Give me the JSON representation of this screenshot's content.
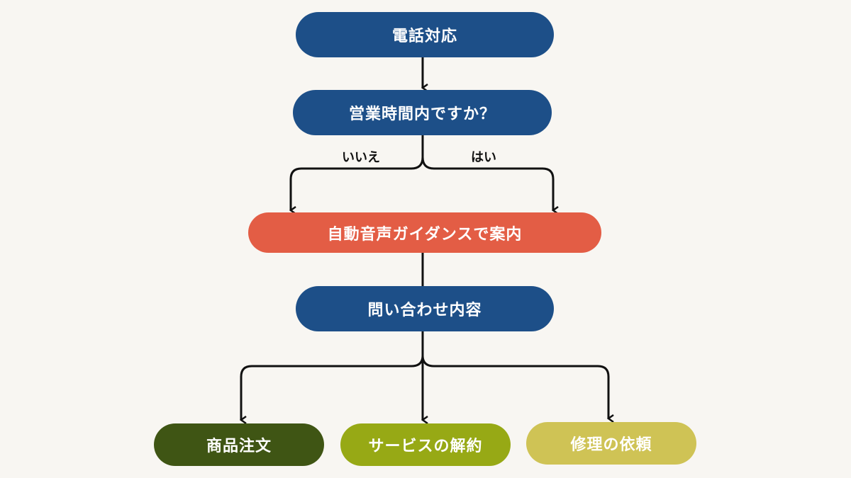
{
  "colors": {
    "background": "#f8f6f2",
    "primary_blue": "#1d4f88",
    "highlight_orange": "#e35d45",
    "dark_green": "#3f5514",
    "olive_green": "#97a915",
    "yellow_olive": "#cfc355",
    "connector": "#111111"
  },
  "nodes": {
    "start": "電話対応",
    "question": "営業時間内ですか？",
    "guidance": "自動音声ガイダンスで案内",
    "inquiry": "問い合わせ内容",
    "order": "商品注文",
    "cancel": "サービスの解約",
    "repair": "修理の依頼"
  },
  "branch_labels": {
    "no": "いいえ",
    "yes": "はい"
  }
}
